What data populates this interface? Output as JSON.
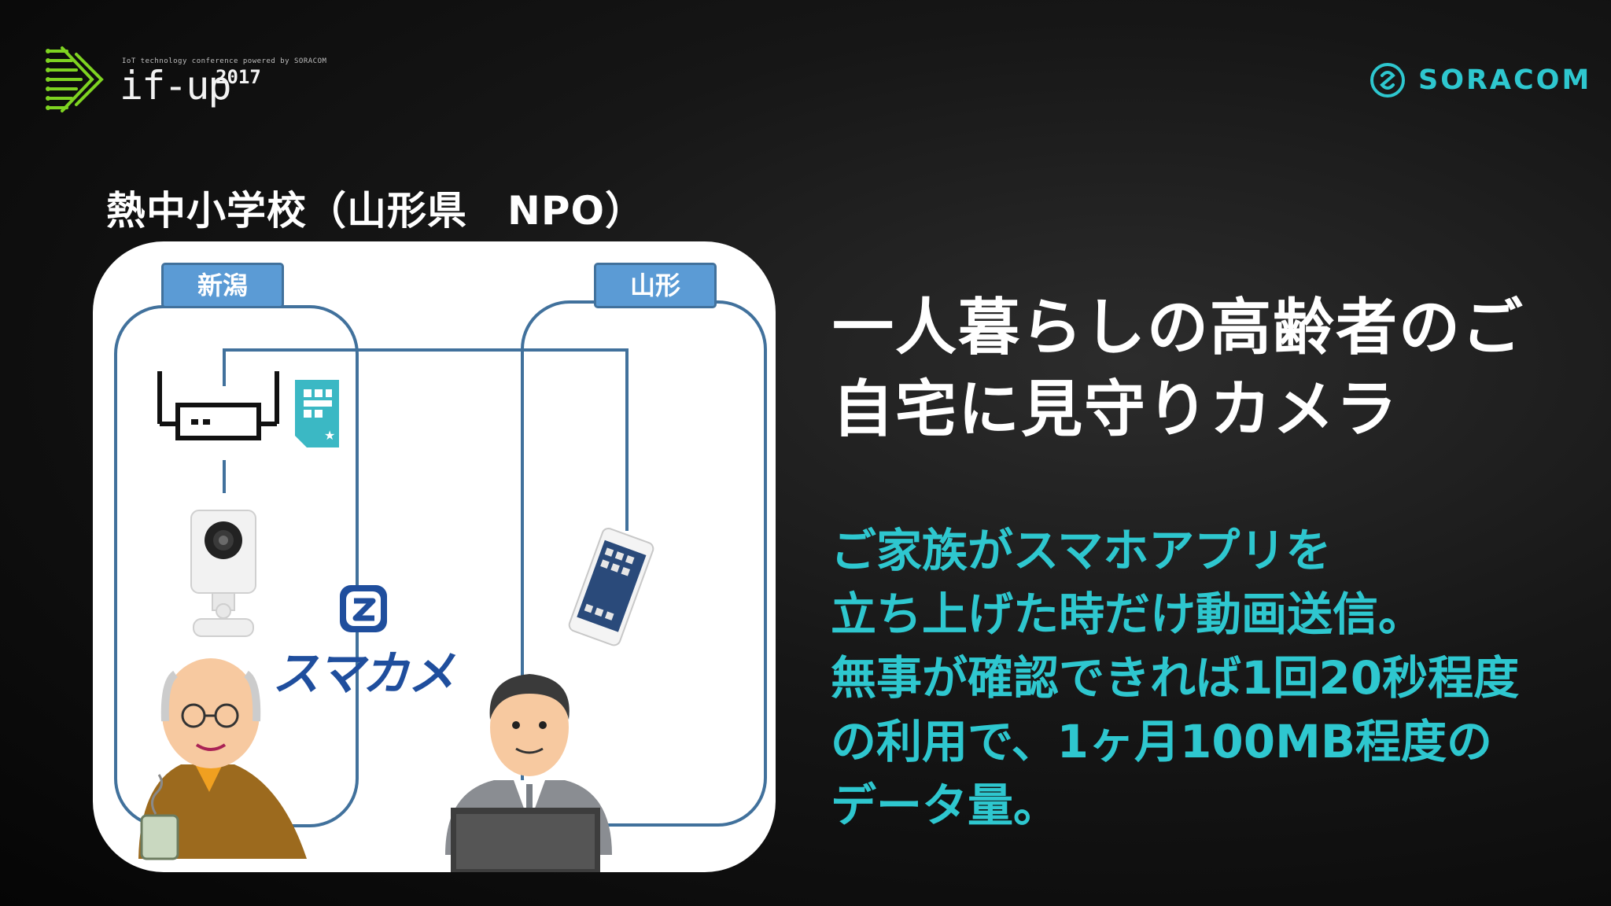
{
  "header": {
    "event_logo": {
      "tagline": "IoT technology conference powered by SORACOM",
      "name": "if-up",
      "year": "2017",
      "icon": "circuit-chevron-icon"
    },
    "brand_logo": {
      "name": "SORACOM",
      "icon": "soracom-icon"
    }
  },
  "slide": {
    "title": "熱中小学校（山形県　NPO）"
  },
  "diagram": {
    "left_region_label": "新潟",
    "right_region_label": "山形",
    "app_logo_name": "スマカメ",
    "icons": [
      "router-icon",
      "sim-card-icon",
      "network-camera-icon",
      "smartphone-icon",
      "elderly-man-icon",
      "businessman-laptop-icon",
      "sumakame-logo-icon"
    ]
  },
  "headline": {
    "line1": "一人暮らしの高齢者のご",
    "line2": "自宅に見守りカメラ"
  },
  "description": {
    "lines": [
      "ご家族がスマホアプリを",
      "立ち上げた時だけ動画送信。",
      "無事が確認できれば1回20秒程度",
      "の利用で、1ヶ月100MB程度の",
      "データ量。"
    ]
  },
  "colors": {
    "background": "#0d0d0d",
    "accent_teal": "#2ec7cf",
    "ifup_green": "#7ed321",
    "region_border": "#41719c",
    "region_label_fill": "#5b9bd5",
    "sumakame_blue": "#1f4e9d"
  }
}
